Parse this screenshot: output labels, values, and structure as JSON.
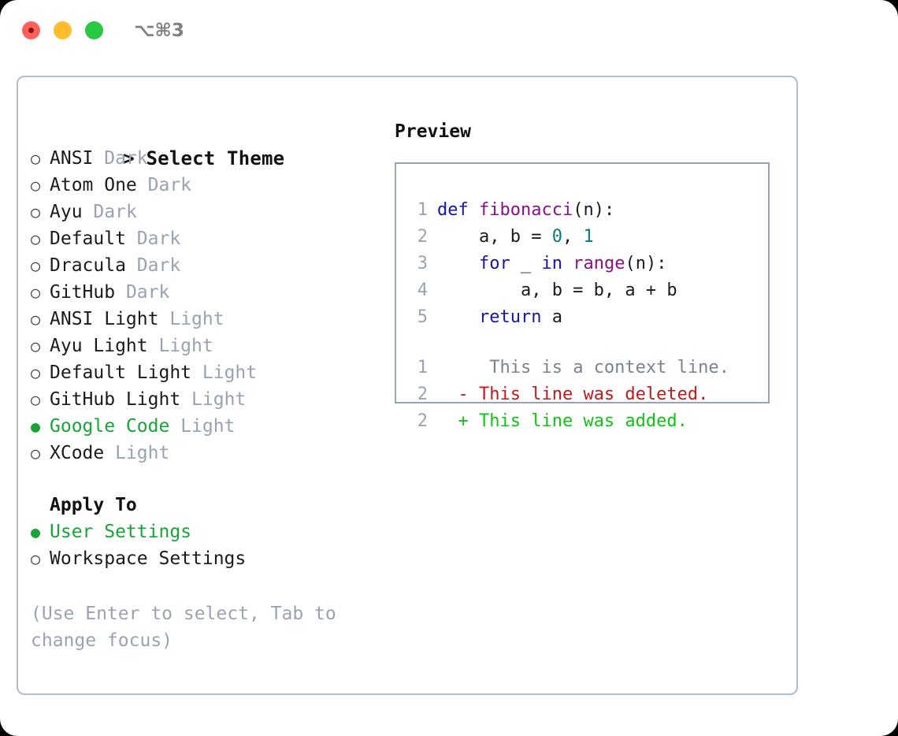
{
  "window": {
    "shortcut_label": "⌥⌘3",
    "traffic_lights": [
      {
        "name": "close",
        "color": "#ff6058"
      },
      {
        "name": "minimize",
        "color": "#ffbd2e"
      },
      {
        "name": "maximize",
        "color": "#28c840"
      }
    ]
  },
  "colors": {
    "accent_green": "#18a437",
    "muted_gray": "#98a2b3",
    "panel_border": "#b4bcc9",
    "preview_border": "#98a3b4",
    "keyword_blue": "#1414b0",
    "function_purple": "#8c0f83",
    "number_teal": "#0a7b72",
    "diff_added": "#10c415",
    "diff_deleted": "#c41818",
    "diff_context": "#7a8291"
  },
  "theme_picker": {
    "header": "Select Theme",
    "prompt": ">",
    "marker_selected": "●",
    "marker_unselected": "○",
    "items": [
      {
        "name": "ANSI",
        "kind": "Dark",
        "selected": false
      },
      {
        "name": "Atom One",
        "kind": "Dark",
        "selected": false
      },
      {
        "name": "Ayu",
        "kind": "Dark",
        "selected": false
      },
      {
        "name": "Default",
        "kind": "Dark",
        "selected": false
      },
      {
        "name": "Dracula",
        "kind": "Dark",
        "selected": false
      },
      {
        "name": "GitHub",
        "kind": "Dark",
        "selected": false
      },
      {
        "name": "ANSI Light",
        "kind": "Light",
        "selected": false
      },
      {
        "name": "Ayu Light",
        "kind": "Light",
        "selected": false
      },
      {
        "name": "Default Light",
        "kind": "Light",
        "selected": false
      },
      {
        "name": "GitHub Light",
        "kind": "Light",
        "selected": false
      },
      {
        "name": "Google Code",
        "kind": "Light",
        "selected": true
      },
      {
        "name": "XCode",
        "kind": "Light",
        "selected": false
      }
    ]
  },
  "apply_to": {
    "title": "Apply To",
    "options": [
      {
        "name": "User Settings",
        "selected": true
      },
      {
        "name": "Workspace Settings",
        "selected": false
      }
    ]
  },
  "help_text": "(Use Enter to select, Tab to change focus)",
  "preview": {
    "title": "Preview",
    "code_lines": [
      {
        "number": "1",
        "tokens": [
          {
            "text": "def ",
            "type": "kw"
          },
          {
            "text": "fibonacci",
            "type": "fn"
          },
          {
            "text": "(n):",
            "type": "plain"
          }
        ]
      },
      {
        "number": "2",
        "tokens": [
          {
            "text": "    a, b = ",
            "type": "plain"
          },
          {
            "text": "0",
            "type": "num"
          },
          {
            "text": ", ",
            "type": "plain"
          },
          {
            "text": "1",
            "type": "num"
          }
        ]
      },
      {
        "number": "3",
        "tokens": [
          {
            "text": "    for",
            "type": "kw"
          },
          {
            "text": " _ ",
            "type": "plain"
          },
          {
            "text": "in",
            "type": "kw"
          },
          {
            "text": " ",
            "type": "plain"
          },
          {
            "text": "range",
            "type": "fn"
          },
          {
            "text": "(n):",
            "type": "plain"
          }
        ]
      },
      {
        "number": "4",
        "tokens": [
          {
            "text": "        a, b = b, a + b",
            "type": "plain"
          }
        ]
      },
      {
        "number": "5",
        "tokens": [
          {
            "text": "    return",
            "type": "kw"
          },
          {
            "text": " a",
            "type": "plain"
          }
        ]
      }
    ],
    "diff_lines": [
      {
        "number": "1",
        "marker": " ",
        "text": "  This is a context line.",
        "type": "ctx"
      },
      {
        "number": "2",
        "marker": "-",
        "text": " This line was deleted.",
        "type": "del"
      },
      {
        "number": "2",
        "marker": "+",
        "text": " This line was added.",
        "type": "add"
      }
    ]
  }
}
